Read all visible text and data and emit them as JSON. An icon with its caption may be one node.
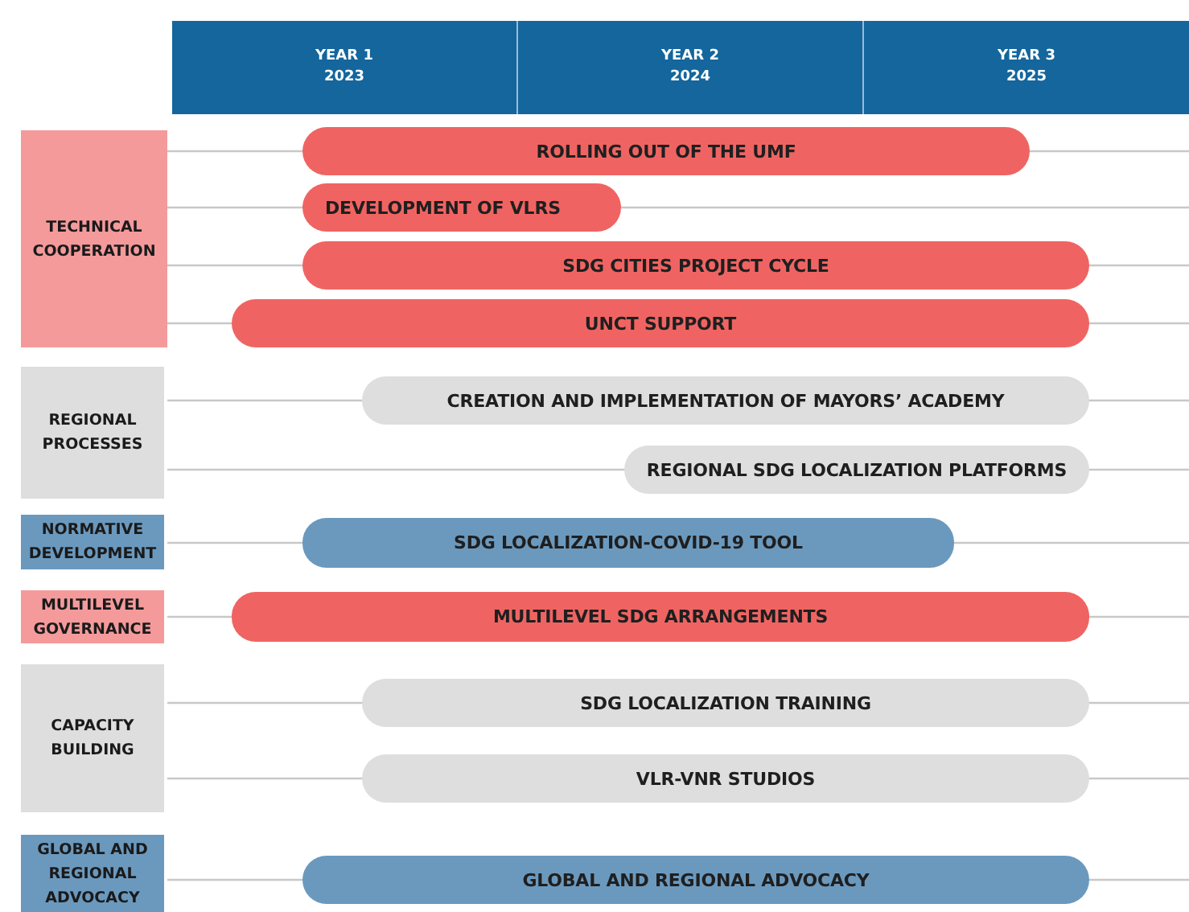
{
  "diagram": {
    "nodes": [
      {
        "text": [
          "YEAR 1",
          "2023"
        ]
      },
      {
        "text": [
          "YEAR 2",
          "2024"
        ]
      },
      {
        "text": [
          "YEAR 3",
          "2025"
        ]
      },
      {
        "text": [
          "TECHNICAL COOPERATION"
        ]
      },
      {
        "text": [
          "ROLLING OUT OF THE UMF"
        ]
      },
      {
        "text": [
          "DEVELOPMENT OF VLRS"
        ]
      },
      {
        "text": [
          "SDG CITIES PROJECT CYCLE"
        ]
      },
      {
        "text": [
          "UNCT SUPPORT"
        ]
      },
      {
        "text": [
          "REGIONAL PROCESSES"
        ]
      },
      {
        "text": [
          "CREATION AND IMPLEMENTATION OF MAYORS’ ACADEMY"
        ]
      },
      {
        "text": [
          "REGIONAL SDG LOCALIZATION PLATFORMS"
        ]
      },
      {
        "text": [
          "NORMATIVE DEVELOPMENT"
        ]
      },
      {
        "text": [
          "SDG LOCALIZATION-COVID-19 TOOL"
        ]
      },
      {
        "text": [
          "MULTILEVEL GOVERNANCE"
        ]
      },
      {
        "text": [
          "MULTILEVEL SDG ARRANGEMENTS"
        ]
      },
      {
        "text": [
          "CAPACITY BUILDING"
        ]
      },
      {
        "text": [
          "SDG LOCALIZATION TRAINING"
        ]
      },
      {
        "text": [
          "VLR-VNR STUDIOS"
        ]
      },
      {
        "text": [
          "GLOBAL AND REGIONAL ADVOCACY"
        ]
      },
      {
        "text": [
          "GLOBAL AND REGIONAL ADVOCACY"
        ]
      }
    ]
  }
}
